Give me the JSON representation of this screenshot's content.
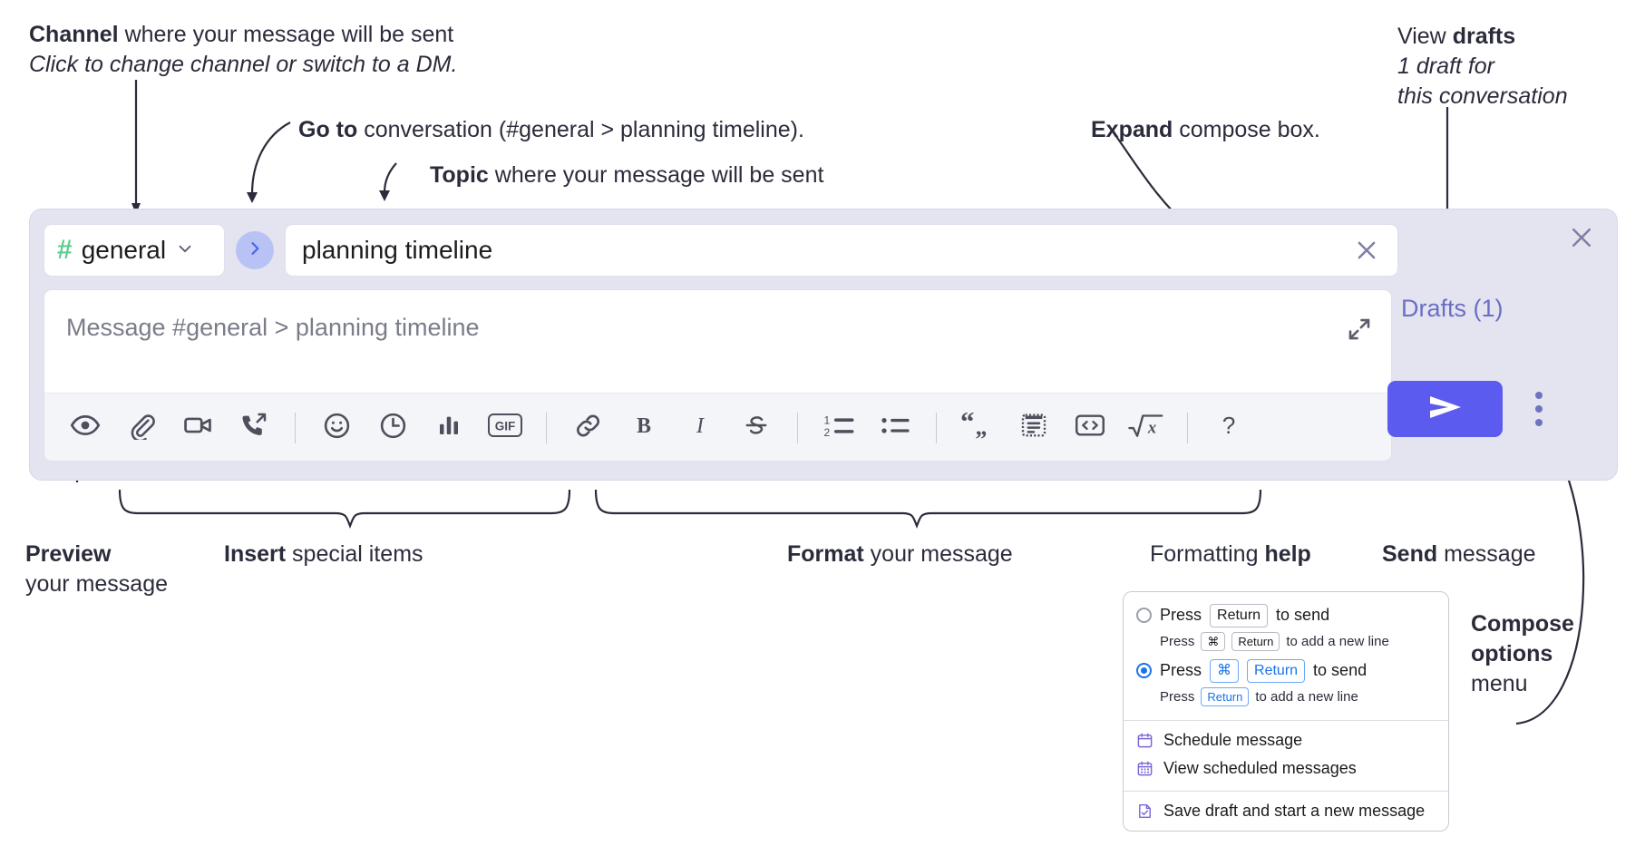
{
  "annotations": {
    "channel": {
      "bold": "Channel",
      "rest": " where your message will be sent",
      "italic": "Click to change channel or switch to a DM."
    },
    "goto": {
      "bold": "Go to",
      "rest": " conversation (#general > planning timeline)."
    },
    "topic": {
      "bold": "Topic",
      "rest": " where your message will be sent"
    },
    "expand": {
      "bold": "Expand",
      "rest": " compose box."
    },
    "drafts": {
      "plain": "View ",
      "bold": "drafts",
      "italic_line1": "1 draft for",
      "italic_line2": "this conversation"
    },
    "preview": {
      "bold": "Preview",
      "rest": "your message"
    },
    "insert": {
      "bold": "Insert",
      "rest": " special items"
    },
    "format": {
      "bold": "Format",
      "rest": " your message"
    },
    "formatting_help": {
      "plain": "Formatting ",
      "bold": "help"
    },
    "send": {
      "bold": "Send",
      "rest": " message"
    },
    "compose_options": {
      "bold_line1": "Compose",
      "bold_line2": "options",
      "plain_line3": "menu"
    }
  },
  "compose": {
    "channel_name": "general",
    "channel_hash": "#",
    "topic_value": "planning timeline",
    "message_placeholder": "Message #general > planning timeline",
    "drafts_label": "Drafts (1)",
    "icons": {
      "panel_close": "close-icon",
      "channel_chevron": "chevron-down-icon",
      "goto": "chevron-right-icon",
      "topic_clear": "close-icon",
      "expand": "expand-icon",
      "send": "send-paper-plane-icon",
      "kebab": "more-options-icon"
    },
    "toolbar": [
      {
        "name": "preview-button",
        "icon": "eye-icon",
        "label": "Preview"
      },
      {
        "name": "attach-button",
        "icon": "paperclip-icon",
        "label": "Attach file"
      },
      {
        "name": "video-clip-button",
        "icon": "video-camera-icon",
        "label": "Record video clip"
      },
      {
        "name": "audio-clip-button",
        "icon": "phone-arrow-icon",
        "label": "Record audio clip"
      },
      {
        "name": "separator-1",
        "icon": "separator",
        "label": ""
      },
      {
        "name": "emoji-button",
        "icon": "smiley-icon",
        "label": "Emoji"
      },
      {
        "name": "reminder-button",
        "icon": "clock-icon",
        "label": "Reminder"
      },
      {
        "name": "poll-button",
        "icon": "bar-chart-icon",
        "label": "Poll"
      },
      {
        "name": "gif-button",
        "icon": "gif-icon",
        "label": "GIF"
      },
      {
        "name": "separator-2",
        "icon": "separator",
        "label": ""
      },
      {
        "name": "link-button",
        "icon": "link-icon",
        "label": "Link"
      },
      {
        "name": "bold-button",
        "icon": "bold-icon",
        "label": "B"
      },
      {
        "name": "italic-button",
        "icon": "italic-icon",
        "label": "I"
      },
      {
        "name": "strikethrough-button",
        "icon": "strikethrough-icon",
        "label": "S"
      },
      {
        "name": "separator-3",
        "icon": "separator",
        "label": ""
      },
      {
        "name": "ordered-list-button",
        "icon": "ordered-list-icon",
        "label": "Ordered list"
      },
      {
        "name": "bulleted-list-button",
        "icon": "bulleted-list-icon",
        "label": "Bulleted list"
      },
      {
        "name": "separator-4",
        "icon": "separator",
        "label": ""
      },
      {
        "name": "blockquote-button",
        "icon": "quote-icon",
        "label": "Blockquote"
      },
      {
        "name": "code-block-button",
        "icon": "code-block-icon",
        "label": "Code block"
      },
      {
        "name": "inline-code-button",
        "icon": "code-icon",
        "label": "Code"
      },
      {
        "name": "math-button",
        "icon": "square-root-icon",
        "label": "Math"
      },
      {
        "name": "separator-5",
        "icon": "separator",
        "label": ""
      },
      {
        "name": "formatting-help-button",
        "icon": "question-mark-icon",
        "label": "?"
      }
    ]
  },
  "options_menu": {
    "option_enter": {
      "main_pre": "Press ",
      "main_key": "Return",
      "main_post": " to send",
      "sub_pre": "Press",
      "sub_key1": "⌘",
      "sub_key2": "Return",
      "sub_post": "to add a new line",
      "selected": false
    },
    "option_cmd_enter": {
      "main_pre": "Press ",
      "main_key1": "⌘",
      "main_key2": "Return",
      "main_post": " to send",
      "sub_pre": "Press",
      "sub_key1": "Return",
      "sub_post": "to add a new line",
      "selected": true
    },
    "items": [
      {
        "label": "Schedule message",
        "icon": "calendar-icon"
      },
      {
        "label": "View scheduled messages",
        "icon": "calendar-grid-icon"
      },
      {
        "label": "Save draft and start a new message",
        "icon": "document-check-icon"
      }
    ]
  },
  "colors": {
    "panel_bg": "#e3e4ef",
    "send_button": "#5b5bf0",
    "hash_green": "#5ece8f",
    "goto_blue": "#b9c2f5",
    "drafts_text": "#6c6ec6",
    "annotation_text": "#2b2c3b",
    "radio_blue": "#1a73e8"
  }
}
